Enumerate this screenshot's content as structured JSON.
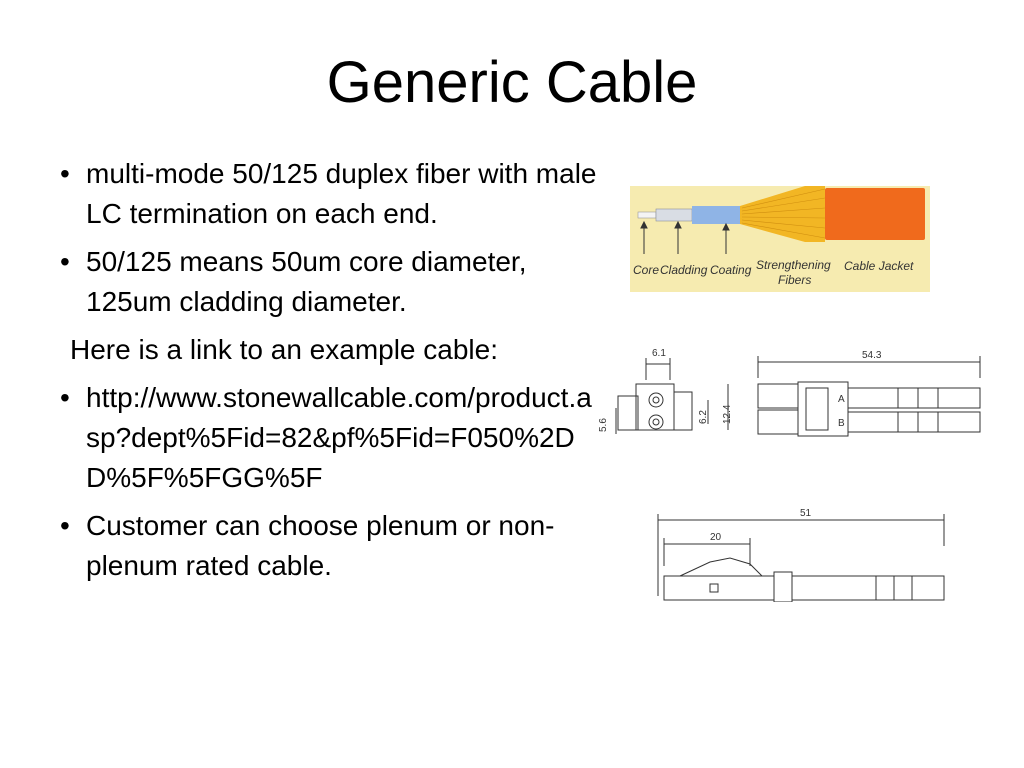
{
  "slide": {
    "title": "Generic Cable",
    "bullets": [
      "multi-mode 50/125 duplex fiber with male LC termination on each end.",
      "50/125 means 50um core diameter, 125um cladding diameter.",
      "Here is a link to an example cable:",
      "http://www.stonewallcable.com/product.asp?dept%5Fid=82&pf%5Fid=F050%2DD%5F%5FGG%5F",
      "Customer can choose plenum or non-plenum rated cable."
    ]
  },
  "figures": {
    "cable_diagram": {
      "labels": [
        "Core",
        "Cladding",
        "Coating",
        "Strengthening",
        "Fibers",
        "Cable Jacket"
      ],
      "colors": {
        "background": "#f6ebb0",
        "jacket": "#f06a1c",
        "fibers": "#f2b624",
        "coating": "#8fb4e6"
      }
    },
    "connector_top": {
      "dims": [
        "6.1",
        "54.3",
        "5.6",
        "6.2",
        "12.4",
        "A",
        "B"
      ]
    },
    "connector_side": {
      "dims": [
        "51",
        "20"
      ]
    }
  }
}
